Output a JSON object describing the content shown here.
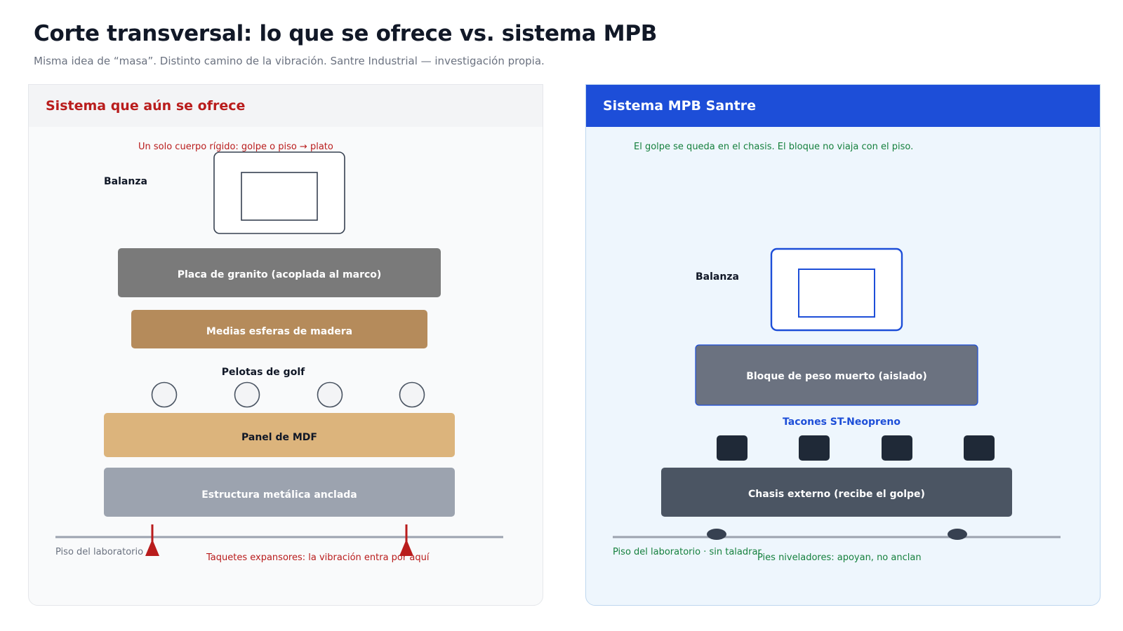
{
  "header": {
    "title": "Corte transversal: lo que se ofrece vs. sistema MPB",
    "subtitle": "Misma idea de “masa”. Distinto camino de la vibración. Santre Industrial — investigación propia."
  },
  "left_panel": {
    "title": "Sistema que aún se ofrece",
    "note": "Un solo cuerpo rígido: golpe o piso → plato",
    "balance_label": "Balanza",
    "granite_label": "Placa de granito  (acoplada al marco)",
    "spheres_label": "Medias esferas de madera",
    "golf_label": "Pelotas de golf",
    "mdf_label": "Panel de MDF",
    "frame_label": "Estructura metálica anclada",
    "floor_label": "Piso del laboratorio",
    "anchors_label": "Taquetes expansores: la vibración entra por aquí"
  },
  "right_panel": {
    "title": "Sistema MPB Santre",
    "note": "El golpe se queda en el chasis. El bloque no viaja con el piso.",
    "balance_label": "Balanza",
    "block_label": "Bloque de peso muerto  (aislado)",
    "pads_label": "Tacones ST-Neopreno",
    "chassis_label": "Chasis externo  (recibe el golpe)",
    "floor_label": "Piso del laboratorio  ·  sin taladrar",
    "feet_label": "Pies niveladores: apoyan, no anclan"
  },
  "colors": {
    "left_accent": "#b91c1c",
    "right_accent": "#1d4ed8",
    "green_note": "#15803d",
    "granite": "#7a7a7a",
    "wood": "#b58b5b",
    "mdf": "#dcb47c",
    "steel": "#9ca3af",
    "dead_weight": "#6b7280",
    "pad": "#1f2937",
    "chassis": "#4b5563"
  }
}
